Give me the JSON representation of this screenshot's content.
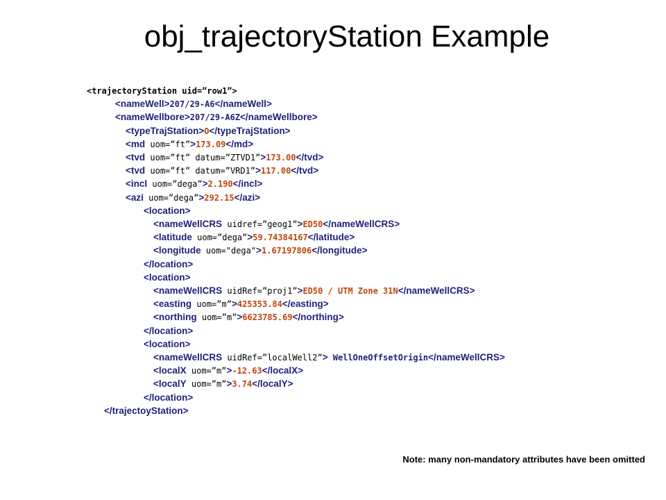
{
  "title": "obj_trajectoryStation Example",
  "lines": [
    {
      "open": "<trajectoryStation",
      "attrs": " uid=”row1”",
      "openEnd": ">",
      "value": "",
      "close": ""
    },
    {
      "open": "<nameWell>",
      "attrs": "",
      "openEnd": "",
      "value": "207/29-A6",
      "close": "</nameWell>"
    },
    {
      "open": "<nameWellbore>",
      "attrs": "",
      "openEnd": "",
      "value": "207/29-A6Z",
      "close": "</nameWellbore>"
    },
    {
      "open": "<typeTrajStation>",
      "attrs": "",
      "openEnd": "",
      "value": "O",
      "close": "</typeTrajStation>"
    },
    {
      "open": "<md",
      "attrs": " uom=”ft”",
      "openEnd": ">",
      "value": "173.09",
      "close": "</md>"
    },
    {
      "open": "<tvd",
      "attrs": " uom=”ft” datum=”ZTVD1”",
      "openEnd": ">",
      "value": "173.00",
      "close": "</tvd>"
    },
    {
      "open": "<tvd",
      "attrs": " uom=”ft” datum=”VRD1”",
      "openEnd": ">",
      "value": "117.00",
      "close": "</tvd>"
    },
    {
      "open": "<incl",
      "attrs": " uom=”dega”",
      "openEnd": ">",
      "value": "2.190",
      "close": "</incl>"
    },
    {
      "open": "<azi",
      "attrs": " uom=”dega”",
      "openEnd": ">",
      "value": "292.15",
      "close": "</azi>"
    },
    {
      "open": "<location>",
      "attrs": "",
      "openEnd": "",
      "value": "",
      "close": ""
    },
    {
      "open": "<nameWellCRS",
      "attrs": " uidref=”geog1”",
      "openEnd": ">",
      "value": "ED50",
      "close": "</nameWellCRS>"
    },
    {
      "open": "<latitude",
      "attrs": " uom=”dega”",
      "openEnd": ">",
      "value": "59.74384167",
      "close": "</latitude>"
    },
    {
      "open": "<longitude",
      "attrs": " uom=\"dega\"",
      "openEnd": ">",
      "value": "1.67197806",
      "close": "</longitude>"
    },
    {
      "open": "</location>",
      "attrs": "",
      "openEnd": "",
      "value": "",
      "close": ""
    },
    {
      "open": "<location>",
      "attrs": "",
      "openEnd": "",
      "value": "",
      "close": ""
    },
    {
      "open": "<nameWellCRS",
      "attrs": " uidRef=”proj1”",
      "openEnd": ">",
      "value": "ED50 / UTM Zone 31N",
      "close": "</nameWellCRS>"
    },
    {
      "open": "<easting",
      "attrs": " uom=”m”",
      "openEnd": ">",
      "value": "425353.84",
      "close": "</easting>"
    },
    {
      "open": "<northing",
      "attrs": " uom=”m”",
      "openEnd": ">",
      "value": "6623785.69",
      "close": "</northing>"
    },
    {
      "open": "</location>",
      "attrs": "",
      "openEnd": "",
      "value": "",
      "close": ""
    },
    {
      "open": "<location>",
      "attrs": "",
      "openEnd": "",
      "value": "",
      "close": ""
    },
    {
      "open": "<nameWellCRS",
      "attrs": " uidRef=”localWell2”",
      "openEnd": ">",
      "value": " WellOneOffsetOrigin",
      "close": "</nameWellCRS>"
    },
    {
      "open": "<localX",
      "attrs": " uom=”m”",
      "openEnd": ">",
      "value": "-12.63",
      "close": "</localX>"
    },
    {
      "open": "<localY",
      "attrs": " uom=”m”",
      "openEnd": ">",
      "value": "3.74",
      "close": "</localY>"
    },
    {
      "open": "</location>",
      "attrs": "",
      "openEnd": "",
      "value": "",
      "close": ""
    },
    {
      "open": "</trajectoyStation>",
      "attrs": "",
      "openEnd": "",
      "value": "",
      "close": ""
    }
  ],
  "note": "Note: many non-mandatory attributes have been omitted"
}
